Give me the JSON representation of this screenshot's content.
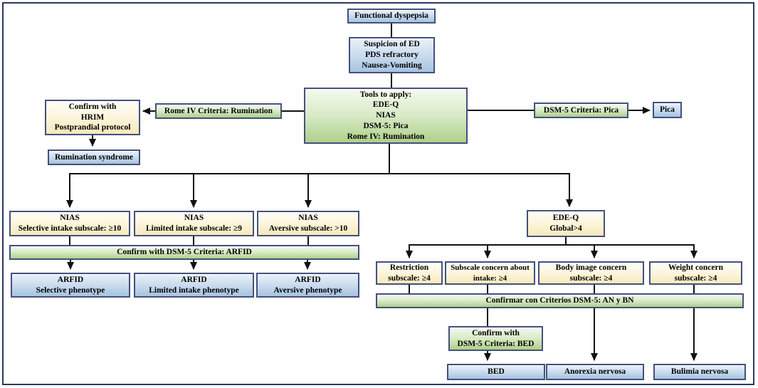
{
  "figure": {
    "type": "clinical-flowchart",
    "topic": "Functional dyspepsia - eating disorder screening algorithm"
  },
  "palette": {
    "frame": "#2b3a5c",
    "box_border": "#44507e",
    "box_blue_bottom": "#a7c3e0",
    "box_green_bottom": "#aed089",
    "box_yellow_bottom": "#f7e9ba",
    "line": "#111111",
    "background": "#ffffff"
  },
  "nodes": {
    "functional_dyspepsia": {
      "lines": [
        "Functional dyspepsia"
      ]
    },
    "suspicion": {
      "lines": [
        "Suspicion of ED",
        "PDS refractory",
        "Nausea-Vomiting"
      ]
    },
    "tools": {
      "lines": [
        "Tools to apply:",
        "EDE-Q",
        "NIAS",
        "DSM-5: Pica",
        "Rome IV: Rumination"
      ]
    },
    "rome_iv_criteria": {
      "lines": [
        "Rome IV Criteria: Rumination"
      ]
    },
    "confirm_hrim": {
      "lines": [
        "Confirm with",
        "HRIM",
        "Postprandial protocol"
      ]
    },
    "rumination_syndrome": {
      "lines": [
        "Rumination syndrome"
      ]
    },
    "dsm5_criteria_pica": {
      "lines": [
        "DSM-5 Criteria: Pica"
      ]
    },
    "pica": {
      "lines": [
        "Pica"
      ]
    },
    "nias_selective": {
      "lines": [
        "NIAS",
        "Selective intake subscale: ≥10"
      ]
    },
    "nias_limited": {
      "lines": [
        "NIAS",
        "Limited intake subscale: ≥9"
      ]
    },
    "nias_aversive": {
      "lines": [
        "NIAS",
        "Aversive subscale: >10"
      ]
    },
    "confirm_arfid": {
      "lines": [
        "Confirm with DSM-5 Criteria: ARFID"
      ]
    },
    "arfid_selective": {
      "lines": [
        "ARFID",
        "Selective phenotype"
      ]
    },
    "arfid_limited": {
      "lines": [
        "ARFID",
        "Limited intake phenotype"
      ]
    },
    "arfid_aversive": {
      "lines": [
        "ARFID",
        "Aversive phenotype"
      ]
    },
    "edeq_global": {
      "lines": [
        "EDE-Q",
        "Global>4"
      ]
    },
    "restriction_subscale": {
      "lines": [
        "Restriction",
        "subscale: ≥4"
      ]
    },
    "concern_intake_subscale": {
      "lines": [
        "Subscale concern about",
        "intake: ≥4"
      ]
    },
    "body_image_subscale": {
      "lines": [
        "Body image concern",
        "subscale: ≥4"
      ]
    },
    "weight_concern_subscale": {
      "lines": [
        "Weight concern",
        "subscale: ≥4"
      ]
    },
    "confirm_an_bn": {
      "lines": [
        "Confirmar con Criterios DSM-5: AN y BN"
      ]
    },
    "confirm_bed": {
      "lines": [
        "Confirm with",
        "DSM-5 Criteria: BED"
      ]
    },
    "bed": {
      "lines": [
        "BED"
      ]
    },
    "anorexia": {
      "lines": [
        "Anorexia nervosa"
      ]
    },
    "bulimia": {
      "lines": [
        "Bulimia nervosa"
      ]
    }
  }
}
